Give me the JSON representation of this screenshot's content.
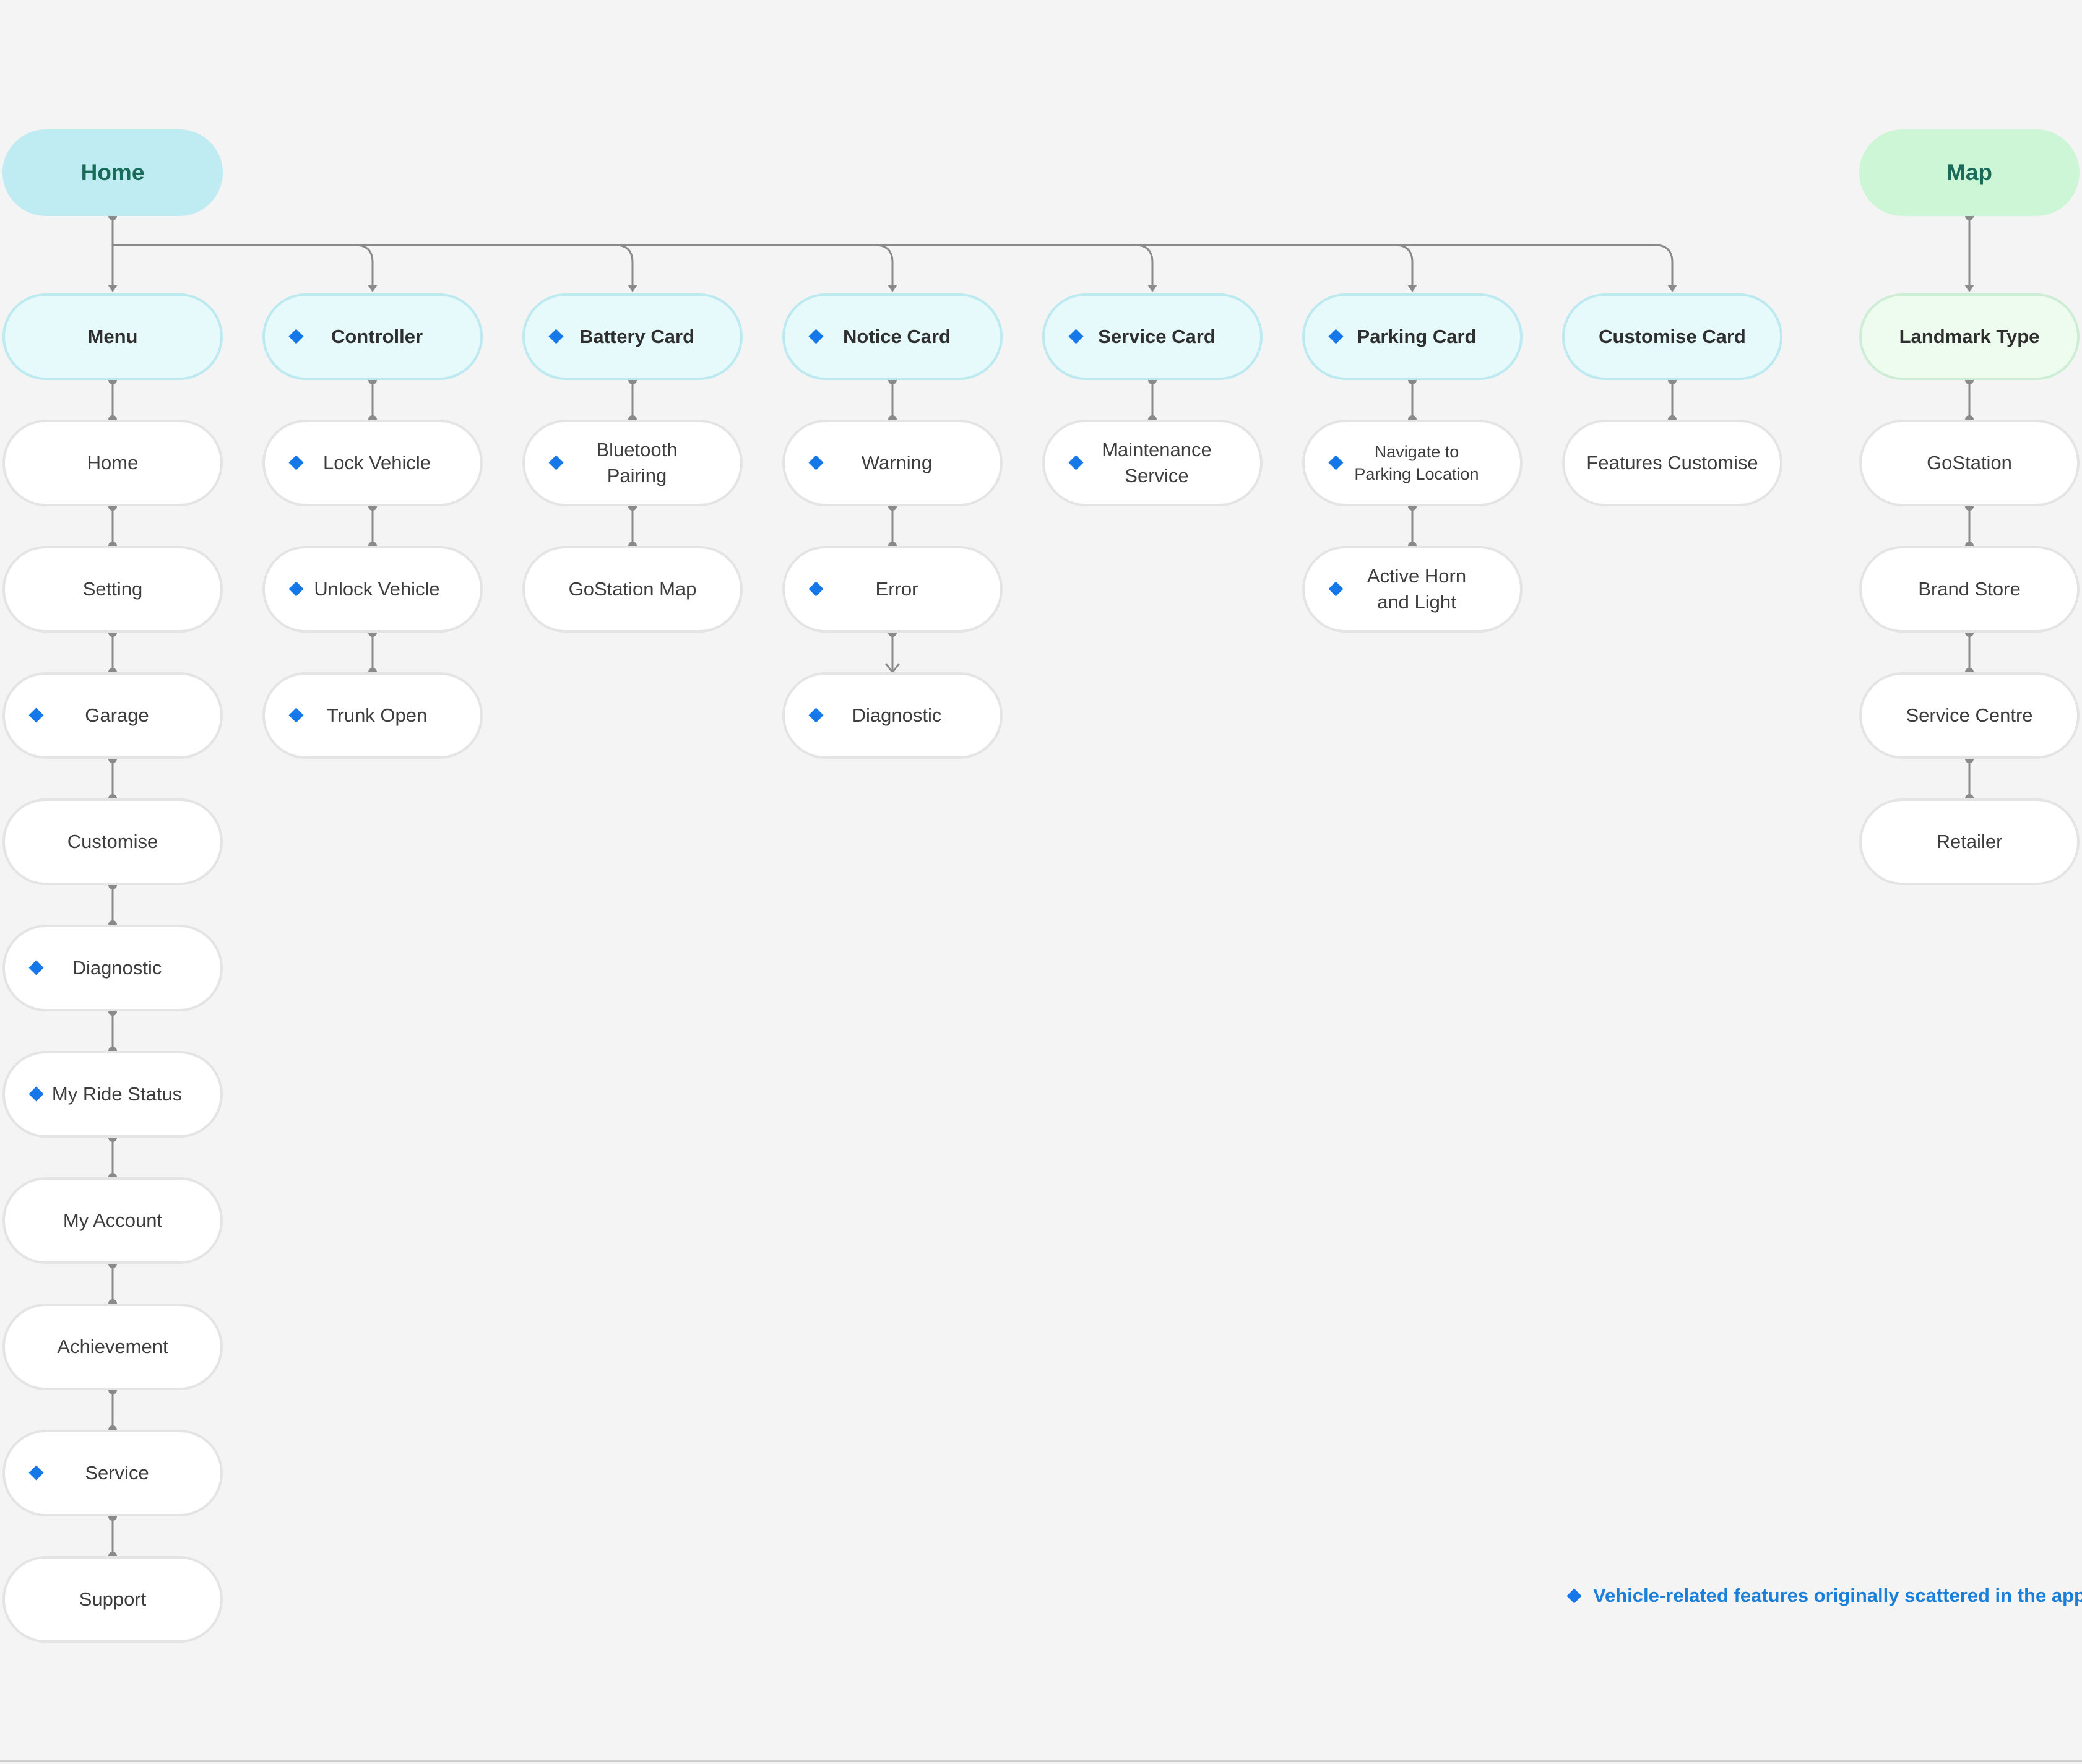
{
  "colors": {
    "background": "#f4f4f4",
    "home_root": "#bfebf3",
    "map_root": "#cdf6d6",
    "card_header": "#e6f9fb",
    "landmark_header": "#edfcef",
    "leaf": "#ffffff",
    "connector": "#8a8a8a",
    "marker": "#1677e8",
    "legend_text": "#1a7fd8"
  },
  "icons": {
    "marker": "blue-diamond-icon"
  },
  "home": {
    "label": "Home",
    "columns": [
      {
        "label": "Menu",
        "marked": false,
        "children": [
          {
            "label": "Home",
            "marked": false
          },
          {
            "label": "Setting",
            "marked": false
          },
          {
            "label": "Garage",
            "marked": true
          },
          {
            "label": "Customise",
            "marked": false
          },
          {
            "label": "Diagnostic",
            "marked": true
          },
          {
            "label": "My Ride Status",
            "marked": true
          },
          {
            "label": "My Account",
            "marked": false
          },
          {
            "label": "Achievement",
            "marked": false
          },
          {
            "label": "Service",
            "marked": true
          },
          {
            "label": "Support",
            "marked": false
          }
        ]
      },
      {
        "label": "Controller",
        "marked": true,
        "children": [
          {
            "label": "Lock Vehicle",
            "marked": true
          },
          {
            "label": "Unlock Vehicle",
            "marked": true
          },
          {
            "label": "Trunk Open",
            "marked": true
          }
        ]
      },
      {
        "label": "Battery Card",
        "marked": true,
        "children": [
          {
            "label": "Bluetooth\nPairing",
            "marked": true
          },
          {
            "label": "GoStation Map",
            "marked": false
          }
        ]
      },
      {
        "label": "Notice Card",
        "marked": true,
        "children": [
          {
            "label": "Warning",
            "marked": true
          },
          {
            "label": "Error",
            "marked": true
          },
          {
            "label": "Diagnostic",
            "marked": true
          }
        ]
      },
      {
        "label": "Service Card",
        "marked": true,
        "children": [
          {
            "label": "Maintenance\nService",
            "marked": true
          }
        ]
      },
      {
        "label": "Parking Card",
        "marked": true,
        "children": [
          {
            "label": "Navigate to\nParking Location",
            "marked": true
          },
          {
            "label": "Active Horn\nand Light",
            "marked": true
          }
        ]
      },
      {
        "label": "Customise Card",
        "marked": false,
        "children": [
          {
            "label": "Features Customise",
            "marked": false
          }
        ]
      }
    ]
  },
  "map": {
    "label": "Map",
    "column": {
      "label": "Landmark Type",
      "marked": false,
      "children": [
        {
          "label": "GoStation",
          "marked": false
        },
        {
          "label": "Brand Store",
          "marked": false
        },
        {
          "label": "Service Centre",
          "marked": false
        },
        {
          "label": "Retailer",
          "marked": false
        }
      ]
    }
  },
  "legend": {
    "text": "Vehicle-related features originally scattered in the app"
  }
}
